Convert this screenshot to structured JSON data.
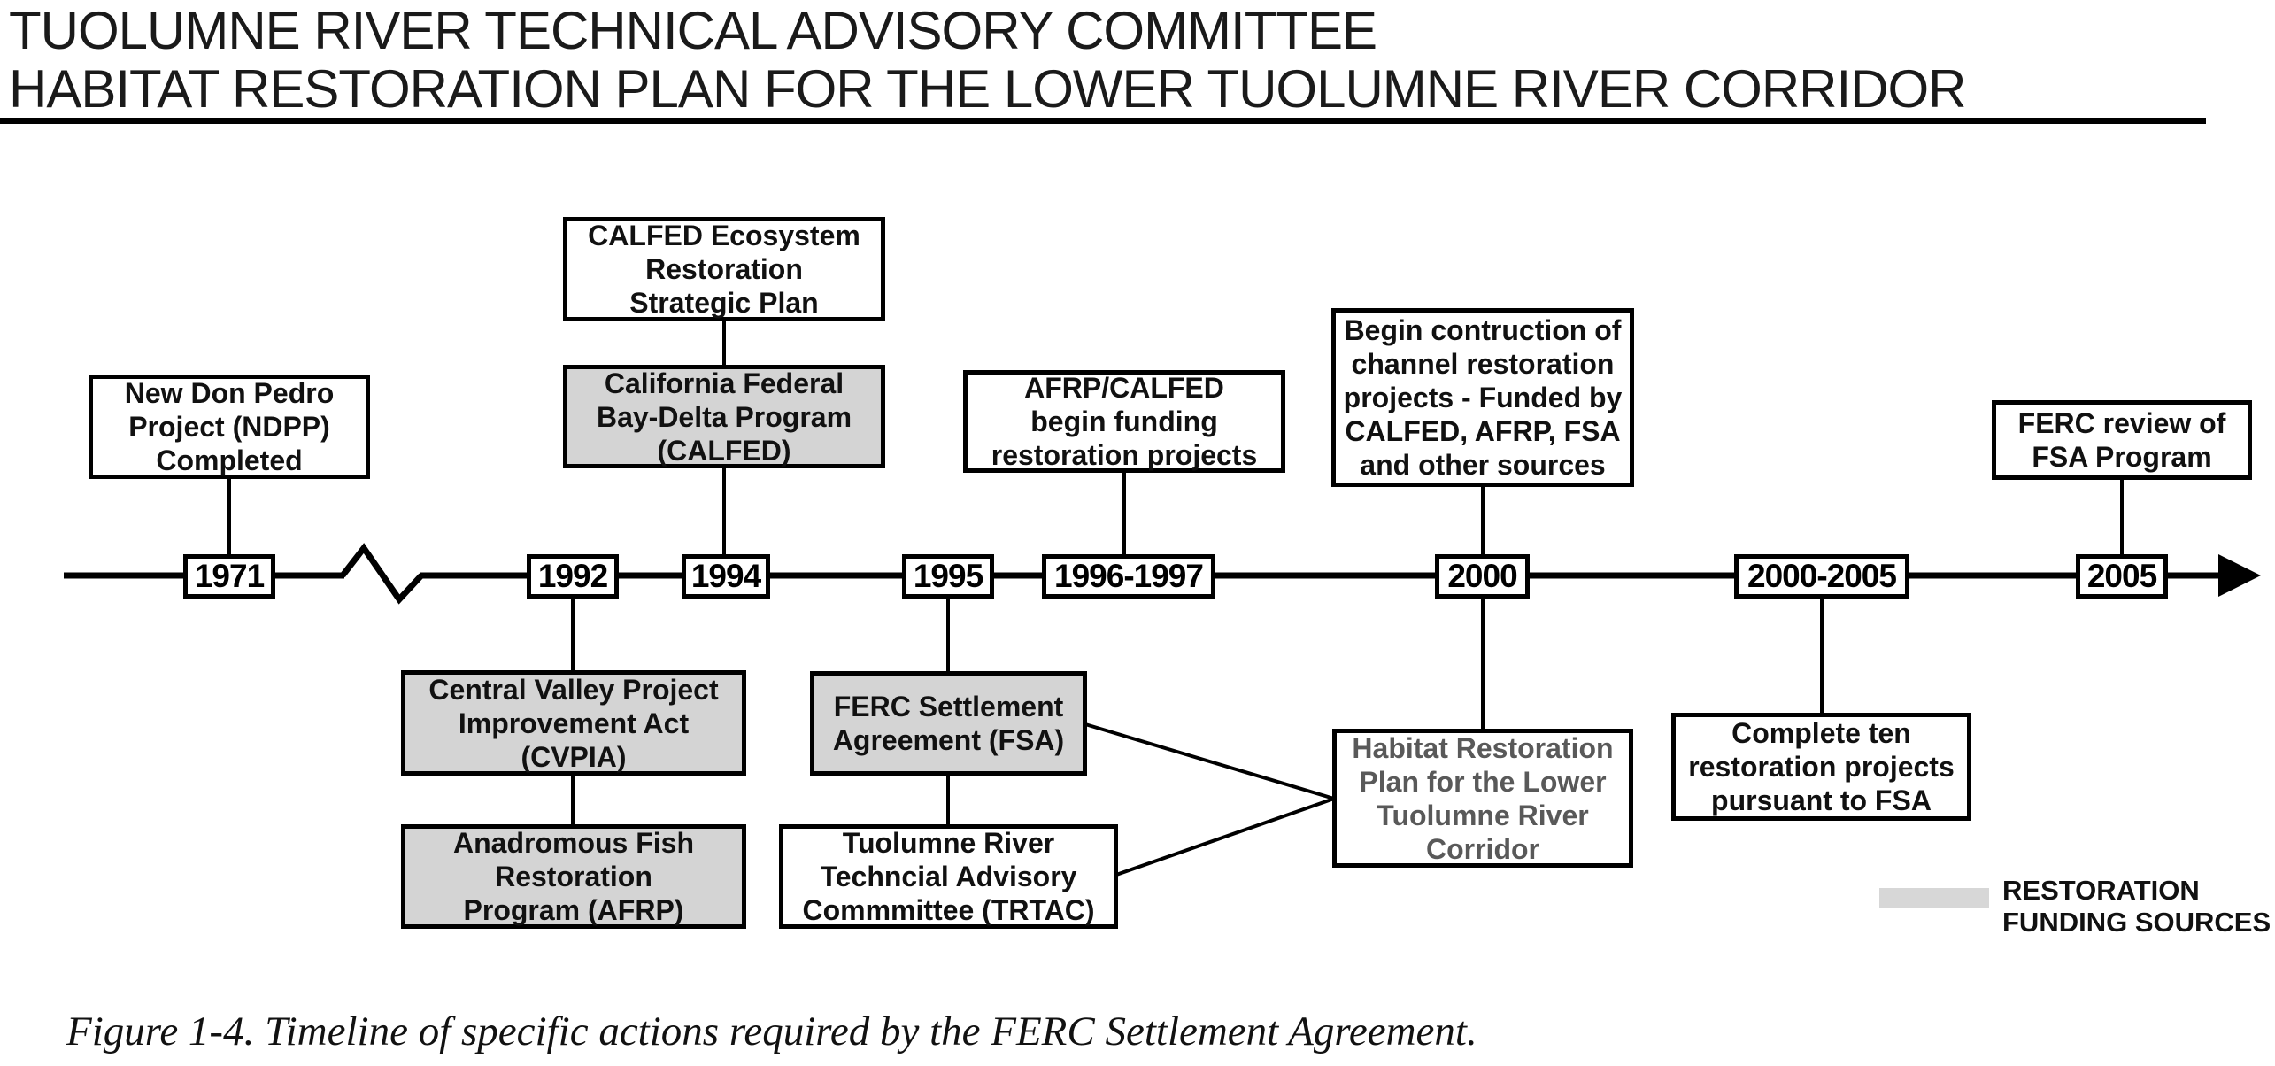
{
  "header": {
    "line1": "TUOLUMNE RIVER TECHNICAL ADVISORY COMMITTEE",
    "line2": "HABITAT RESTORATION PLAN FOR THE LOWER TUOLUMNE RIVER CORRIDOR"
  },
  "timeline": {
    "ticks": [
      {
        "label": "1971"
      },
      {
        "label": "1992"
      },
      {
        "label": "1994"
      },
      {
        "label": "1995"
      },
      {
        "label": "1996-1997"
      },
      {
        "label": "2000"
      },
      {
        "label": "2000-2005"
      },
      {
        "label": "2005"
      }
    ],
    "has_break_between": [
      "1971",
      "1992"
    ],
    "arrow_direction": "right"
  },
  "events": {
    "new_don_pedro": {
      "label": "New Don Pedro\nProject (NDPP)\nCompleted",
      "shaded": false,
      "position": "above-1971"
    },
    "calfed_ecosystem": {
      "label": "CALFED Ecosystem\nRestoration\nStrategic Plan",
      "shaded": false,
      "position": "above-1994-upper"
    },
    "calfed": {
      "label": "California Federal\nBay-Delta Program\n(CALFED)",
      "shaded": true,
      "position": "above-1994"
    },
    "afrp_calfed": {
      "label": "AFRP/CALFED\nbegin funding\nrestoration projects",
      "shaded": false,
      "position": "above-1996-1997"
    },
    "begin_construction": {
      "label": "Begin contruction of\nchannel restoration\nprojects - Funded by\nCALFED, AFRP, FSA\nand other sources",
      "shaded": false,
      "position": "above-2000"
    },
    "ferc_review": {
      "label": "FERC review of\nFSA Program",
      "shaded": false,
      "position": "above-2005"
    },
    "cvpia": {
      "label": "Central Valley Project\nImprovement Act\n(CVPIA)",
      "shaded": true,
      "position": "below-1992"
    },
    "afrp": {
      "label": "Anadromous Fish\nRestoration\nProgram (AFRP)",
      "shaded": true,
      "position": "below-1992-lower"
    },
    "fsa": {
      "label": "FERC Settlement\nAgreement (FSA)",
      "shaded": true,
      "position": "below-1995"
    },
    "trtac": {
      "label": "Tuolumne River\nTechncial Advisory\nCommmittee (TRTAC)",
      "shaded": false,
      "position": "below-1995-lower"
    },
    "habitat_plan": {
      "label": "Habitat Restoration\nPlan for the Lower\nTuolumne River\nCorridor",
      "shaded": false,
      "gray_text": true,
      "position": "below-2000"
    },
    "complete_ten": {
      "label": "Complete ten\nrestoration projects\npursuant to FSA",
      "shaded": false,
      "position": "below-2000-2005"
    }
  },
  "legend": {
    "label": "RESTORATION\nFUNDING SOURCES",
    "swatch_color": "#d7d7d7",
    "meaning": "shaded boxes"
  },
  "caption": "Figure 1-4. Timeline of specific actions required by the FERC Settlement Agreement.",
  "colors": {
    "shaded_box_fill": "#d4d4d4",
    "plan_text_gray": "#595959",
    "line_black": "#000000"
  }
}
